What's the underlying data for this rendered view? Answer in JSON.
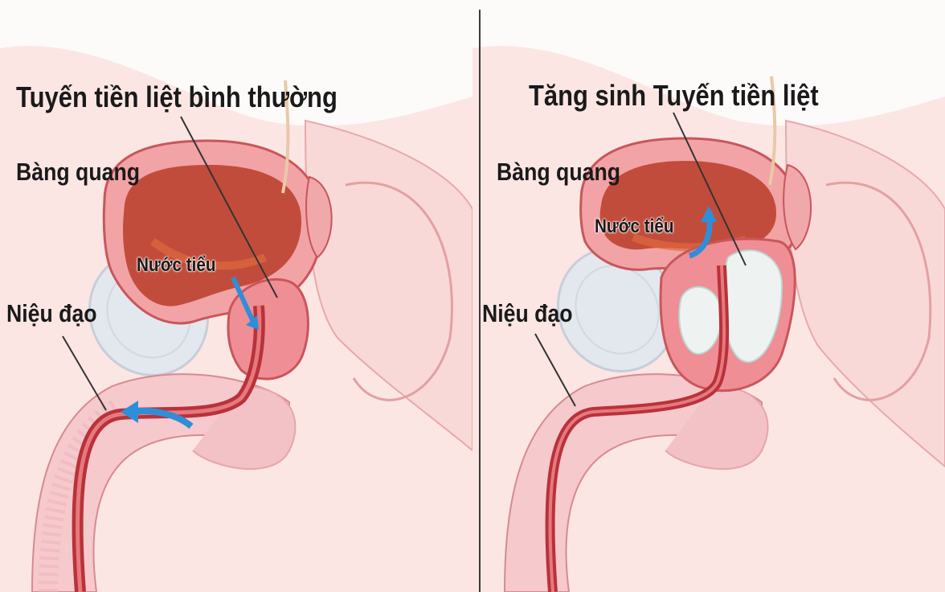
{
  "panels": [
    {
      "id": "normal",
      "title": "Tuyến tiền liệt bình thường",
      "bladder_label": "Bàng quang",
      "urine_label": "Nước tiểu",
      "urethra_label": "Niệu đạo"
    },
    {
      "id": "enlarged",
      "title": "Tăng sinh Tuyến tiền liệt",
      "bladder_label": "Bàng quang",
      "urine_label": "Nước tiểu",
      "urethra_label": "Niệu đạo"
    }
  ],
  "colors": {
    "skin": "#fbe3e1",
    "tissue_outline": "#c9565a",
    "bladder_wall": "#f2a3a5",
    "bladder_inner": "#c24c3c",
    "urethra": "#b8323a",
    "prostate": "#ef8e95",
    "hyperplasia": "#eef3f1",
    "arrow": "#2f8ed8",
    "bone": "#dde3ea"
  }
}
